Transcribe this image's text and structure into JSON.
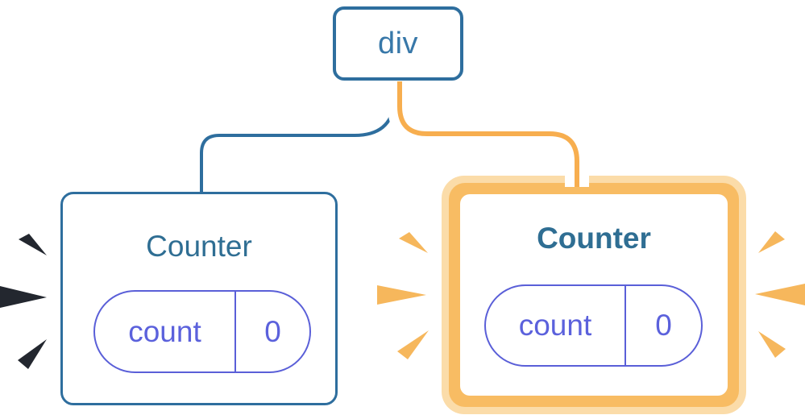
{
  "diagram": {
    "description": "React component tree: a div root with two Counter children; the right Counter is newly created (orange highlight with sparks), the left Counter persists (dark sparks).",
    "root": {
      "label": "div"
    },
    "children": [
      {
        "title": "Counter",
        "highlighted": false,
        "state": {
          "key": "count",
          "value": "0"
        }
      },
      {
        "title": "Counter",
        "highlighted": true,
        "state": {
          "key": "count",
          "value": "0"
        }
      }
    ],
    "colors": {
      "node_border_blue": "#2E6E9E",
      "root_label_blue": "#3878A9",
      "title_teal": "#2F6E93",
      "pill_border_purple": "#5A5FD8",
      "pill_text_purple": "#5B61DC",
      "edge_blue": "#2E6E9E",
      "edge_orange": "#F7AE4F",
      "highlight_outer": "#FBDCA9",
      "highlight_inner": "#F8BC63",
      "spark_orange": "#F6B75C",
      "spark_dark": "#23272F"
    }
  }
}
